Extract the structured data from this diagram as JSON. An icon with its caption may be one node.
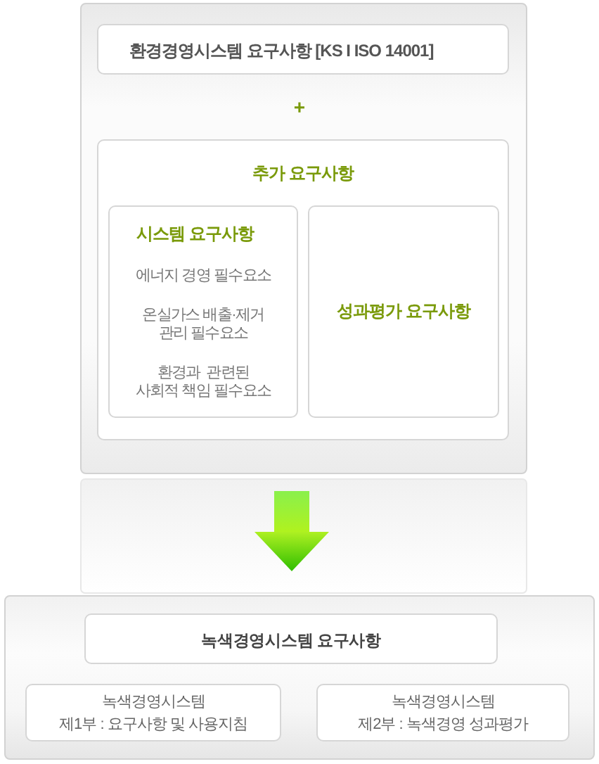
{
  "diagram": {
    "nodes": [
      {
        "text": [],
        "shape": "box"
      },
      {
        "text": [
          "환경경영시스템 요구사항 [KS I ISO 14001]"
        ],
        "in": 0
      },
      {
        "text": [
          "추가 요구사항"
        ],
        "in": 0
      },
      {
        "text": [
          "시스템 요구사항",
          "에너지 경영 필수요소",
          "온실가스 배출·제거 관리 필수요소",
          "환경과 관련된 사회적 책임 필수요소"
        ],
        "in": 2
      },
      {
        "text": [
          "성과평가 요구사항"
        ],
        "in": 2
      },
      {
        "text": [],
        "shape": "box"
      },
      {
        "text": [
          "녹색경영시스템 요구사항"
        ],
        "in": 5
      },
      {
        "text": [
          "녹색경영시스템",
          "제1부 : 요구사항 및 사용지침"
        ],
        "in": 5
      },
      {
        "text": [
          "녹색경영시스템",
          "제2부 : 녹색경영 성과평가"
        ],
        "in": 5
      }
    ],
    "edges": [
      {
        "from": 0,
        "to": 5,
        "arrow": "to"
      }
    ],
    "labels": [
      "+"
    ]
  }
}
